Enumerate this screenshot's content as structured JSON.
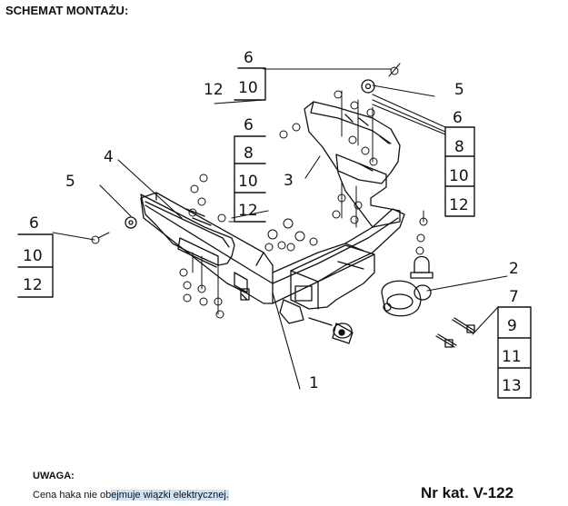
{
  "heading": "SCHEMAT MONTAŻU:",
  "note": {
    "title": "UWAGA:",
    "text_before": "Cena haka nie ob",
    "text_highlight": "ejmuje wiązki elektrycznej.",
    "highlight_color": "#cfe3f7"
  },
  "catalog": "Nr kat. V-122",
  "callouts": {
    "top": {
      "label": "6",
      "sizes": [
        "12",
        "10"
      ]
    },
    "center_top": {
      "label": "6",
      "sizes": [
        "8",
        "10",
        "12"
      ]
    },
    "part3": "3",
    "part4": "4",
    "left5": "5",
    "left6": {
      "label": "6",
      "sizes": [
        "10",
        "12"
      ]
    },
    "right5": "5",
    "right6": {
      "label": "6",
      "sizes": [
        "8",
        "10",
        "12"
      ]
    },
    "part2": "2",
    "part7": {
      "label": "7",
      "sizes": [
        "9",
        "11",
        "13"
      ]
    },
    "part1": "1"
  }
}
